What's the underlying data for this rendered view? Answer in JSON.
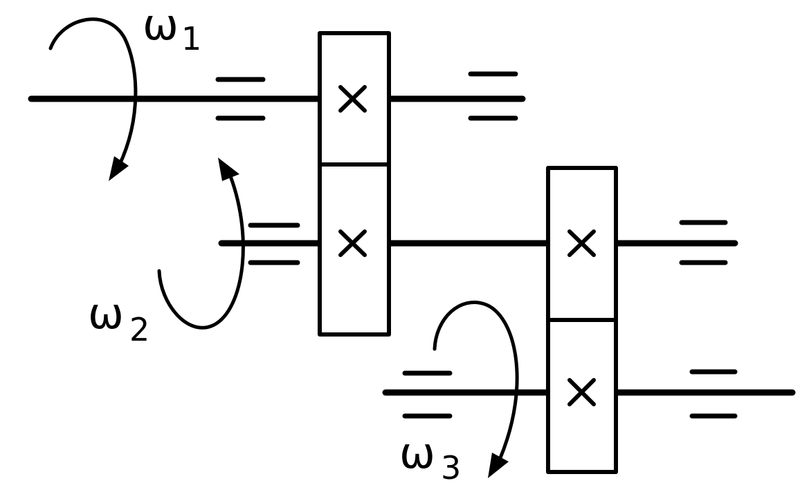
{
  "labels": {
    "w1": {
      "symbol": "ω",
      "sub": "1"
    },
    "w2": {
      "symbol": "ω",
      "sub": "2"
    },
    "w3": {
      "symbol": "ω",
      "sub": "3"
    }
  }
}
